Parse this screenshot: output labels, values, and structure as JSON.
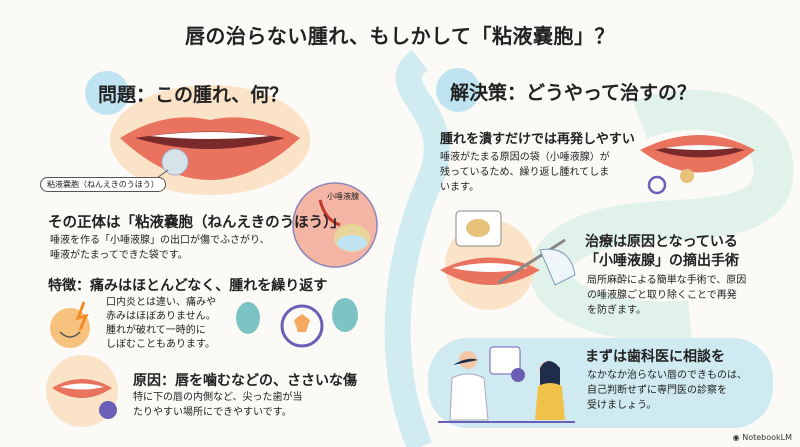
{
  "title": "唇の治らない腫れ、もしかして「粘液嚢胞」？",
  "left": {
    "heading": "問題：この腫れ、何？",
    "cyst_label": "粘液嚢胞（ねんえきのうほう）",
    "gland_label": "小唾液腺",
    "identity": {
      "title": "その正体は「粘液嚢胞（ねんえきのうほう）」",
      "body": "唾液を作る「小唾液腺」の出口が傷でふさがり、\n唾液がたまってできた袋です。"
    },
    "feature": {
      "title": "特徴：痛みはほとんどなく、腫れを繰り返す",
      "body": "口内炎とは違い、痛みや\n赤みはほぼありません。\n腫れが破れて一時的に\nしぼむこともあります。"
    },
    "cause": {
      "title": "原因：唇を噛むなどの、ささいな傷",
      "body": "特に下の唇の内側など、尖った歯が当\nたりやすい場所にできやすいです。"
    }
  },
  "right": {
    "heading": "解決策：どうやって治すの？",
    "recurrence": {
      "title": "腫れを潰すだけでは再発しやすい",
      "body": "唾液がたまる原因の袋（小唾液腺）が\n残っているため、繰り返し腫れてしま\nいます。"
    },
    "treatment": {
      "title": "治療は原因となっている\n「小唾液腺」の摘出手術",
      "body": "局所麻酔による簡単な手術で、原因\nの唾液腺ごと取り除くことで再発\nを防ぎます。"
    },
    "consult": {
      "title": "まずは歯科医に相談を",
      "body": "なかなか治らない唇のできものは、\n自己判断せずに専門医の診察を\n受けましょう。"
    }
  },
  "footer": {
    "brand": "NotebookLM"
  },
  "colors": {
    "accent_blue": "#bfe3f0",
    "peach": "#fbe3c8",
    "lip": "#e9735f",
    "purple": "#6a5fb5"
  }
}
